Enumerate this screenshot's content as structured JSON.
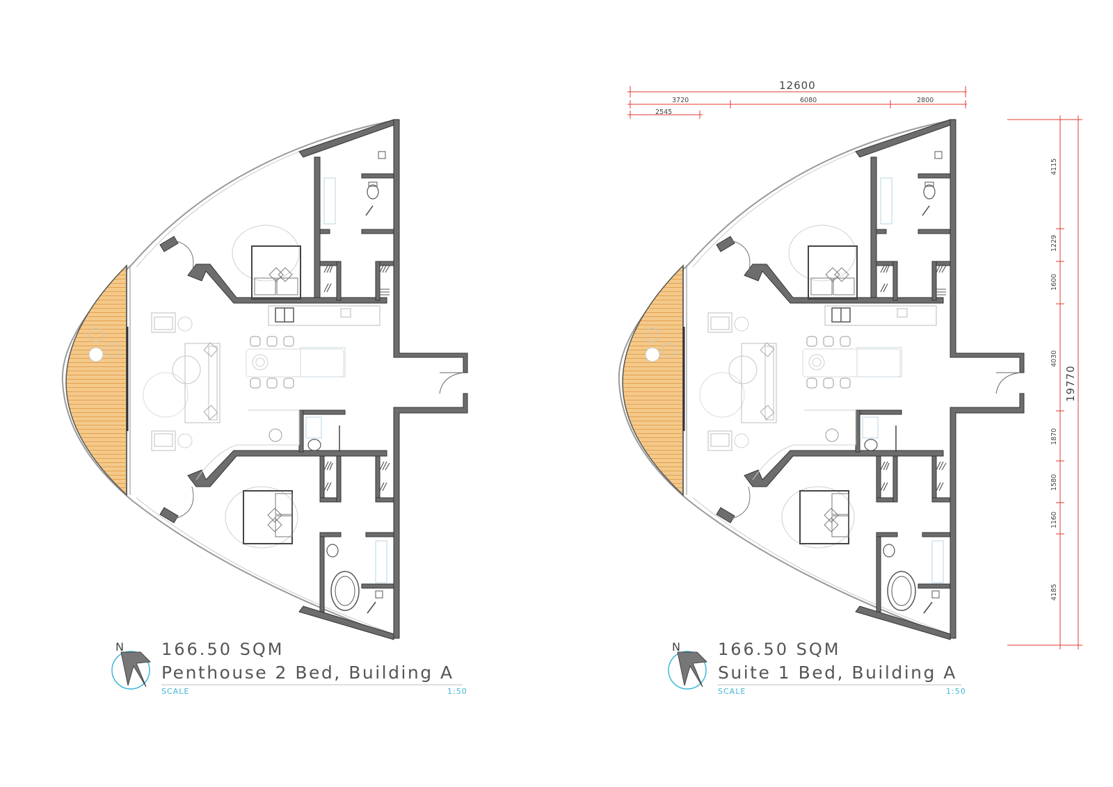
{
  "colors": {
    "wall": "#6d6d6d",
    "wall_stroke": "#333333",
    "furniture": "#b8b8b8",
    "deck": "#f4c98a",
    "deck_line": "#e2a152",
    "dimension": "#e4392f",
    "scale_accent": "#3fb6d9"
  },
  "plans": [
    {
      "area": "166.50 SQM",
      "name": "Penthouse 2 Bed, Building A",
      "scale_label": "SCALE",
      "scale_value": "1:50",
      "north": "N"
    },
    {
      "area": "166.50 SQM",
      "name": "Suite 1 Bed, Building A",
      "scale_label": "SCALE",
      "scale_value": "1:50",
      "north": "N"
    }
  ],
  "dimensions": {
    "horizontal": {
      "total": "12600",
      "segments": [
        "3720",
        "6080",
        "2800"
      ],
      "sub": "2545"
    },
    "vertical": {
      "total": "19770",
      "segments": [
        "4115",
        "1229",
        "1600",
        "4030",
        "1870",
        "1580",
        "1160",
        "4185"
      ]
    }
  }
}
